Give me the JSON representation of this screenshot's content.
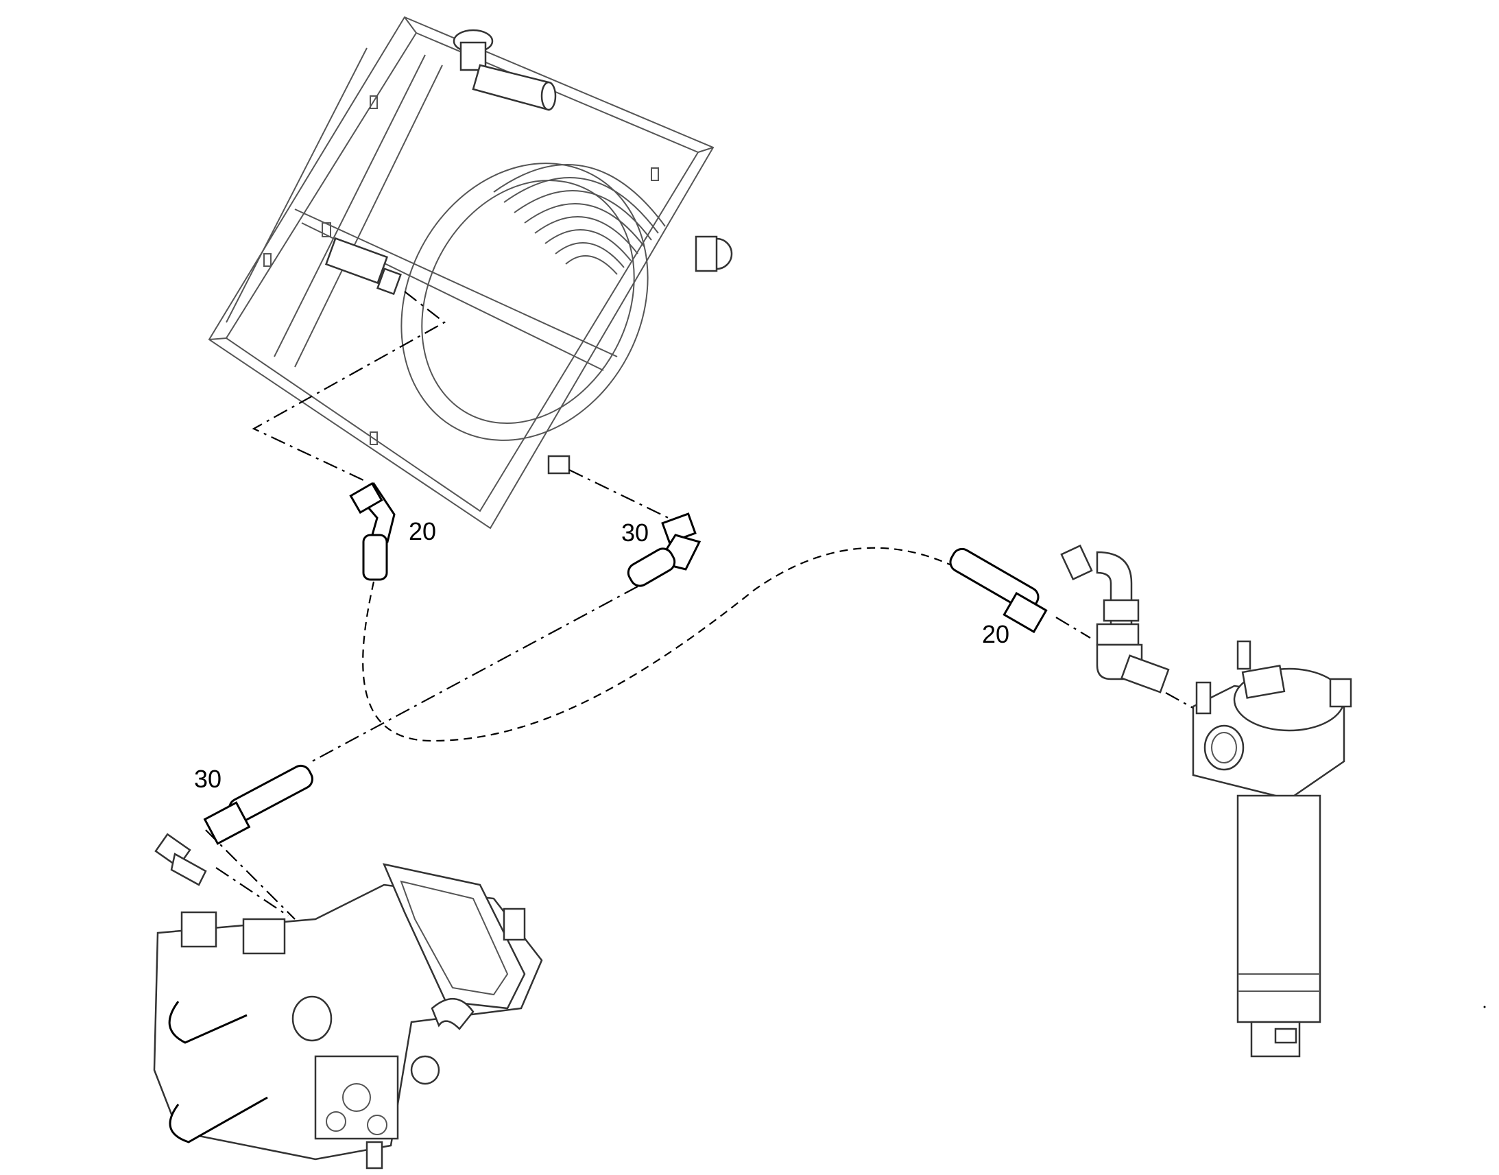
{
  "callouts": {
    "hose_20_top": "20",
    "hose_30_top": "30",
    "hose_20_right": "20",
    "hose_30_bottom": "30"
  }
}
